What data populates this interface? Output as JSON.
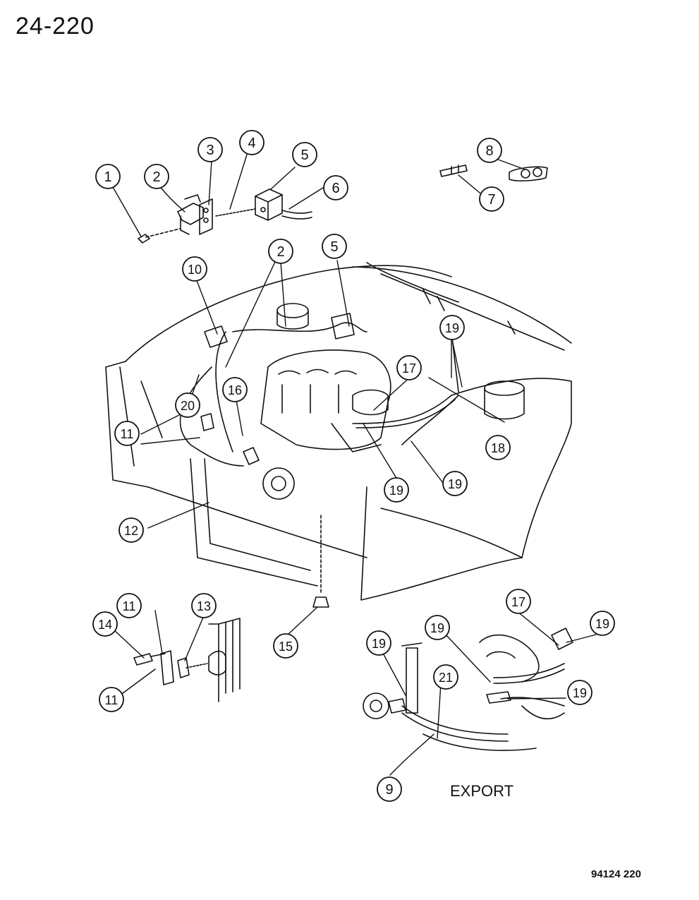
{
  "page_number": "24-220",
  "export_label": "EXPORT",
  "drawing_id": "94124  220",
  "callouts": [
    "1",
    "2",
    "3",
    "4",
    "5",
    "6",
    "7",
    "8",
    "9",
    "10",
    "11",
    "12",
    "13",
    "14",
    "15",
    "16",
    "17",
    "18",
    "19",
    "20",
    "21"
  ],
  "colors": {
    "ink": "#111111",
    "paper": "#ffffff"
  }
}
